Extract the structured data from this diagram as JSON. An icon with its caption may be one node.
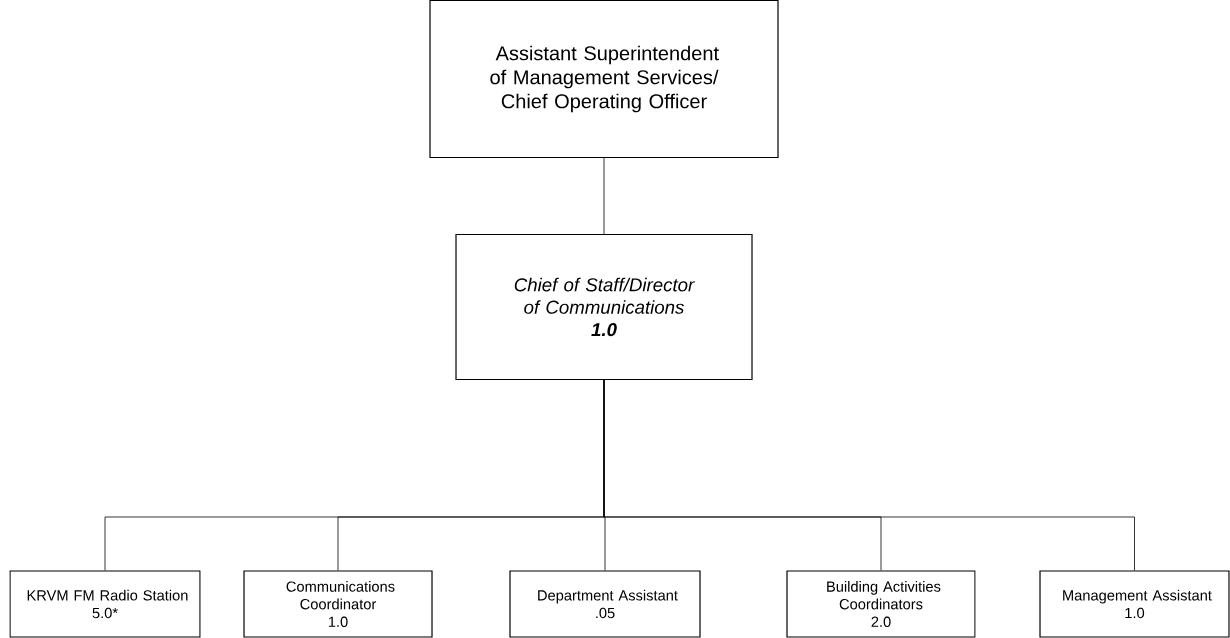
{
  "diagram": {
    "nodes": [
      {
        "text": [
          "Assistant Superintendent of Management Services/ Chief Operating Officer"
        ]
      },
      {
        "text": [
          "Chief of Staff/Director of Communications",
          "1.0"
        ]
      },
      {
        "text": [
          "KRVM FM Radio Station",
          "5.0*"
        ]
      },
      {
        "text": [
          "Communications Coordinator",
          "1.0"
        ]
      },
      {
        "text": [
          "Department Assistant",
          ".05"
        ]
      },
      {
        "text": [
          "Building Activities Coordinators",
          "2.0"
        ]
      },
      {
        "text": [
          "Management Assistant",
          "1.0"
        ]
      }
    ],
    "edges": [
      {
        "from": 0,
        "to": 1,
        "arrow": "none"
      },
      {
        "from": 1,
        "to": 2,
        "arrow": "none"
      },
      {
        "from": 1,
        "to": 3,
        "arrow": "none"
      },
      {
        "from": 1,
        "to": 4,
        "arrow": "none"
      },
      {
        "from": 1,
        "to": 5,
        "arrow": "none"
      },
      {
        "from": 1,
        "to": 6,
        "arrow": "none"
      }
    ]
  }
}
